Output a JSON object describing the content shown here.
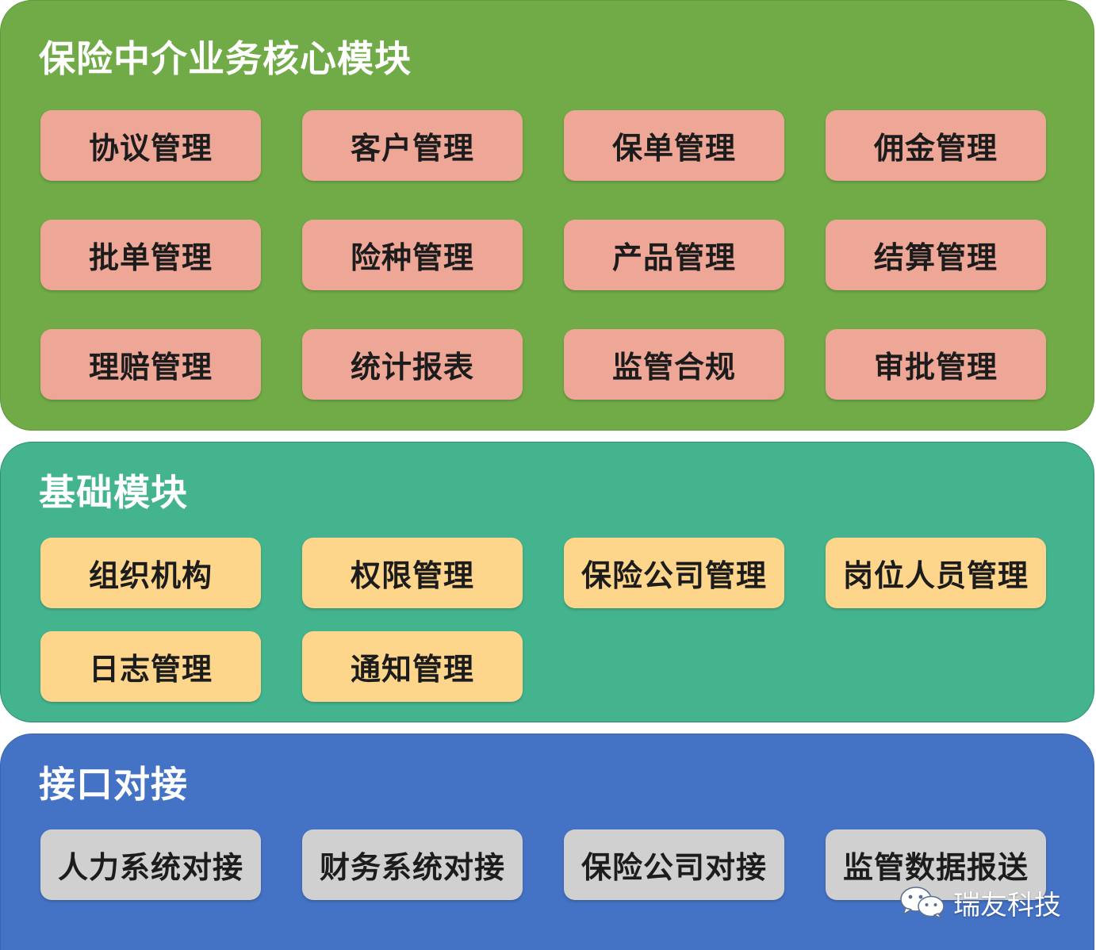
{
  "core": {
    "title": "保险中介业务核心模块",
    "modules": [
      "协议管理",
      "客户管理",
      "保单管理",
      "佣金管理",
      "批单管理",
      "险种管理",
      "产品管理",
      "结算管理",
      "理赔管理",
      "统计报表",
      "监管合规",
      "审批管理"
    ]
  },
  "base": {
    "title": "基础模块",
    "modules": [
      "组织机构",
      "权限管理",
      "保险公司管理",
      "岗位人员管理",
      "日志管理",
      "通知管理"
    ]
  },
  "api": {
    "title": "接口对接",
    "modules": [
      "人力系统对接",
      "财务系统对接",
      "保险公司对接",
      "监管数据报送"
    ]
  },
  "watermark": {
    "icon": "wechat-icon",
    "text": "瑞友科技"
  },
  "colors": {
    "core_panel": "#70ab47",
    "base_panel": "#44b48e",
    "api_panel": "#4472c4",
    "core_module": "#eea796",
    "base_module": "#fdd68b",
    "api_module": "#d0d0d0"
  }
}
